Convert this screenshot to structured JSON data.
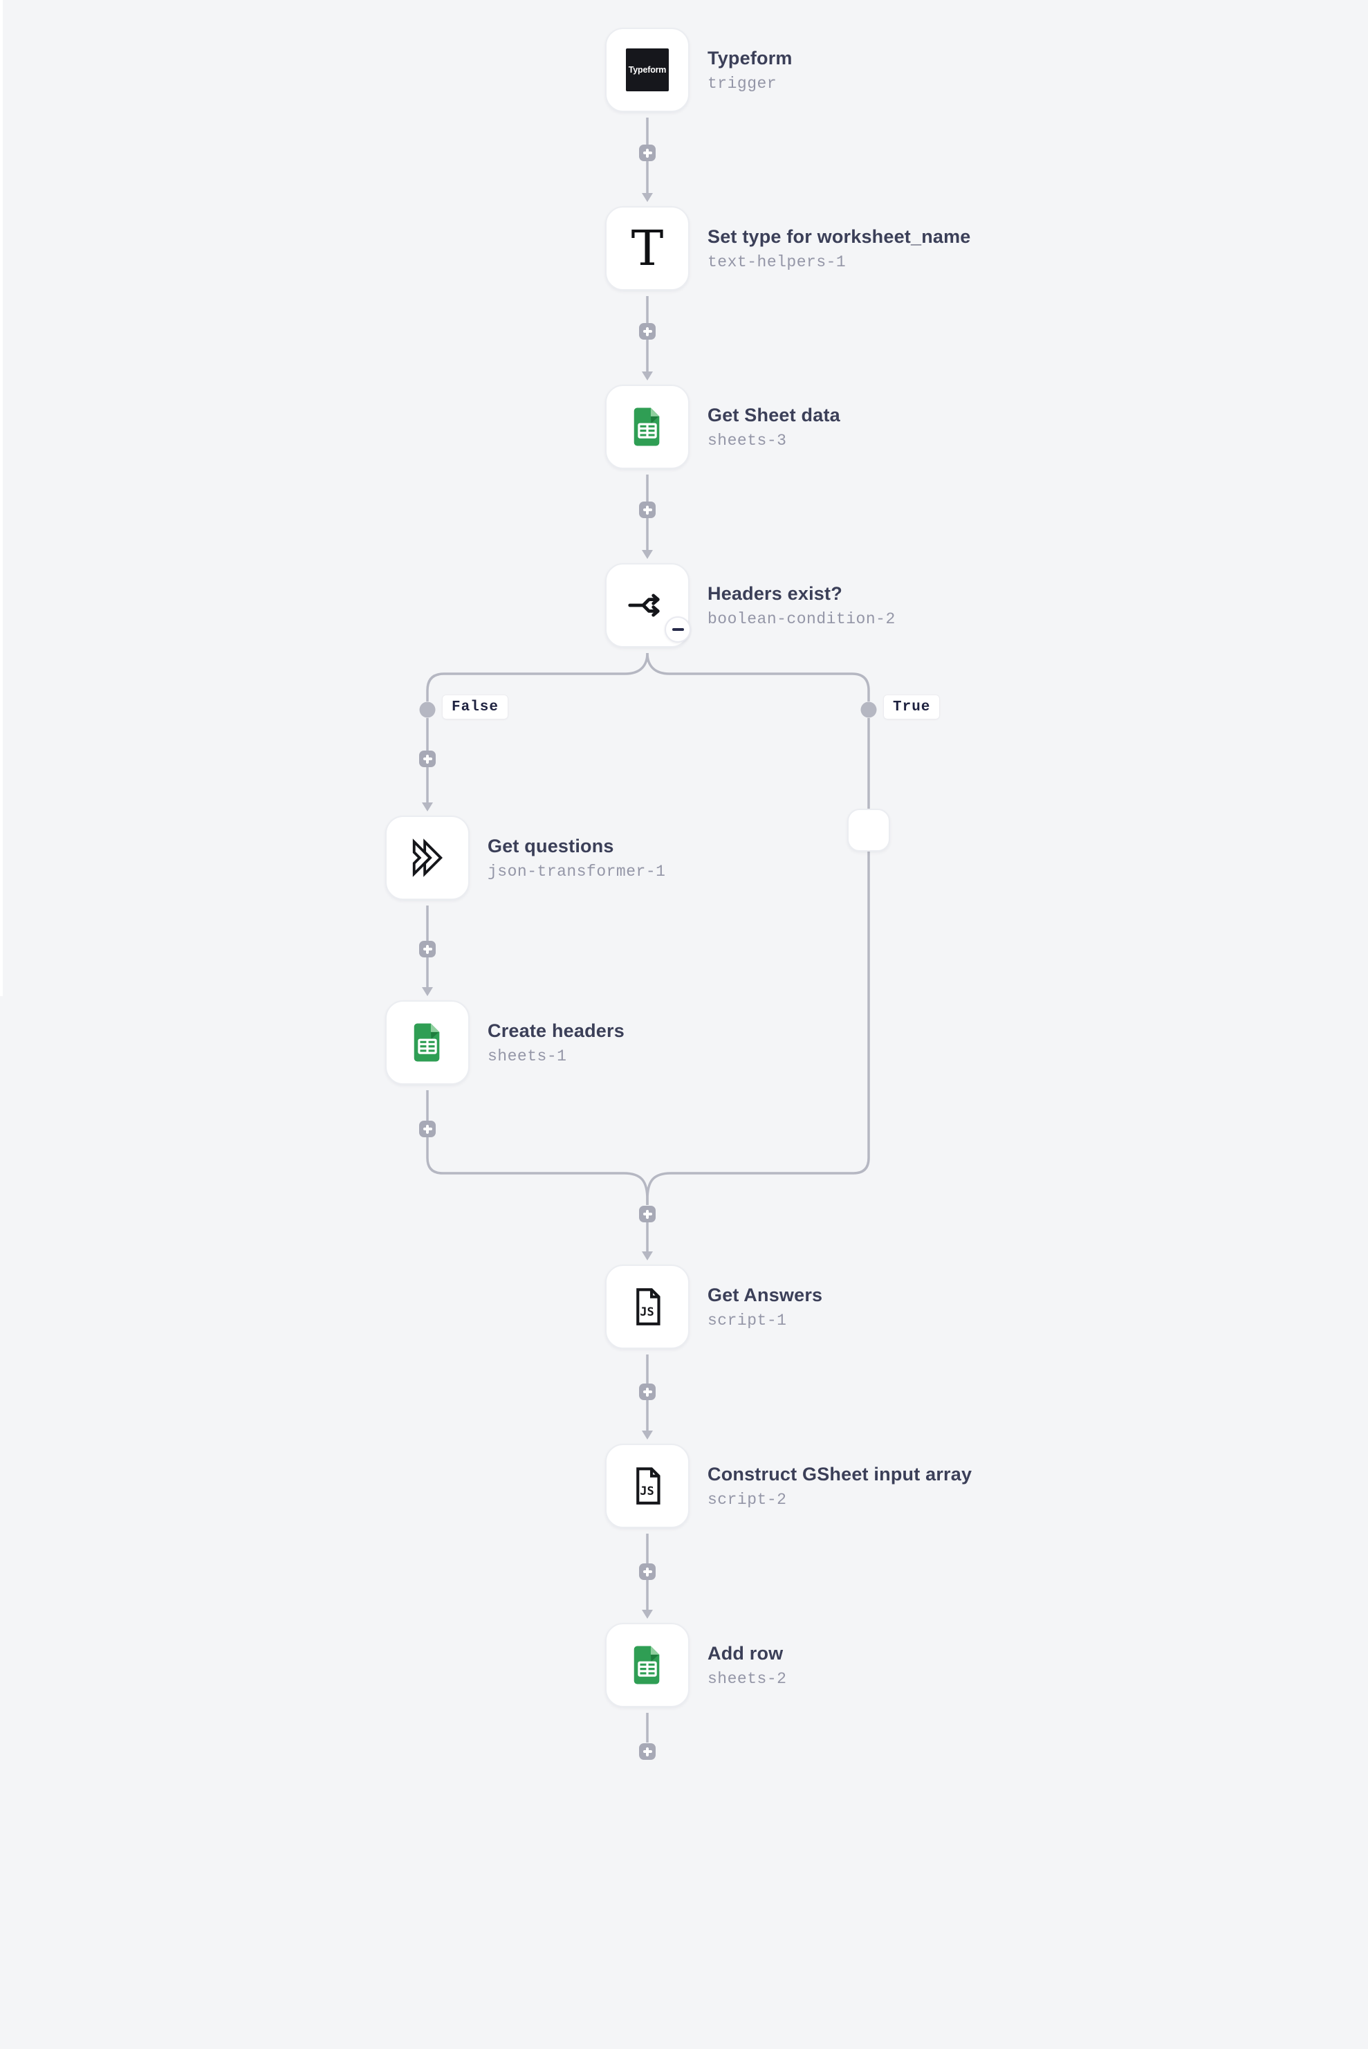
{
  "workflow": {
    "nodes": [
      {
        "id": "trigger",
        "title": "Typeform",
        "subtitle": "trigger",
        "icon": "typeform-logo"
      },
      {
        "id": "text-helpers-1",
        "title": "Set type for worksheet_name",
        "subtitle": "text-helpers-1",
        "icon": "text-tool"
      },
      {
        "id": "sheets-3",
        "title": "Get Sheet data",
        "subtitle": "sheets-3",
        "icon": "google-sheets"
      },
      {
        "id": "boolean-condition-2",
        "title": "Headers exist?",
        "subtitle": "boolean-condition-2",
        "icon": "branch"
      },
      {
        "id": "json-transformer-1",
        "title": "Get questions",
        "subtitle": "json-transformer-1",
        "icon": "double-chevrons"
      },
      {
        "id": "sheets-1",
        "title": "Create headers",
        "subtitle": "sheets-1",
        "icon": "google-sheets"
      },
      {
        "id": "script-1",
        "title": "Get Answers",
        "subtitle": "script-1",
        "icon": "js-file"
      },
      {
        "id": "script-2",
        "title": "Construct GSheet input array",
        "subtitle": "script-2",
        "icon": "js-file"
      },
      {
        "id": "sheets-2",
        "title": "Add row",
        "subtitle": "sheets-2",
        "icon": "google-sheets"
      }
    ],
    "branch_labels": {
      "false": "False",
      "true": "True"
    },
    "typeform_logo_text": "Typeform",
    "js_icon_text": "JS",
    "text_icon_glyph": "T",
    "colors": {
      "canvas": "#f4f5f7",
      "connector": "#b5b7c2",
      "node_border": "#ebedf1",
      "title_text": "#3b3f58",
      "subtitle_text": "#9496a7",
      "chip_text": "#1e2240",
      "sheets_green": "#2f9e54",
      "plus_button": "#a7a9b6"
    }
  }
}
